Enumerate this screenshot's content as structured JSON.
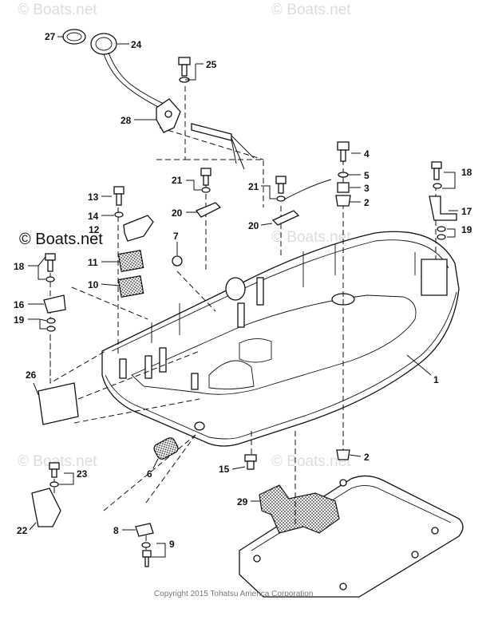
{
  "diagram": {
    "watermarks": [
      "© Boats.net",
      "© Boats.net",
      "© Boats.net",
      "© Boats.net",
      "© Boats.net",
      "© Boats.net"
    ],
    "copyright": "Copyright 2015 Tohatsu America Corporation",
    "callouts": [
      {
        "id": "c27",
        "label": "27"
      },
      {
        "id": "c24",
        "label": "24"
      },
      {
        "id": "c25",
        "label": "25"
      },
      {
        "id": "c28",
        "label": "28"
      },
      {
        "id": "c4",
        "label": "4"
      },
      {
        "id": "c5",
        "label": "5"
      },
      {
        "id": "c3",
        "label": "3"
      },
      {
        "id": "c2a",
        "label": "2"
      },
      {
        "id": "c18a",
        "label": "18"
      },
      {
        "id": "c17",
        "label": "17"
      },
      {
        "id": "c19a",
        "label": "19"
      },
      {
        "id": "c21a",
        "label": "21"
      },
      {
        "id": "c21b",
        "label": "21"
      },
      {
        "id": "c20a",
        "label": "20"
      },
      {
        "id": "c20b",
        "label": "20"
      },
      {
        "id": "c13",
        "label": "13"
      },
      {
        "id": "c14",
        "label": "14"
      },
      {
        "id": "c12",
        "label": "12"
      },
      {
        "id": "c7",
        "label": "7"
      },
      {
        "id": "c11",
        "label": "11"
      },
      {
        "id": "c10",
        "label": "10"
      },
      {
        "id": "c18b",
        "label": "18"
      },
      {
        "id": "c16",
        "label": "16"
      },
      {
        "id": "c19b",
        "label": "19"
      },
      {
        "id": "c26",
        "label": "26"
      },
      {
        "id": "c1",
        "label": "1"
      },
      {
        "id": "c6",
        "label": "6"
      },
      {
        "id": "c15",
        "label": "15"
      },
      {
        "id": "c2b",
        "label": "2"
      },
      {
        "id": "c23",
        "label": "23"
      },
      {
        "id": "c22",
        "label": "22"
      },
      {
        "id": "c29",
        "label": "29"
      },
      {
        "id": "c8",
        "label": "8"
      },
      {
        "id": "c9",
        "label": "9"
      }
    ]
  }
}
